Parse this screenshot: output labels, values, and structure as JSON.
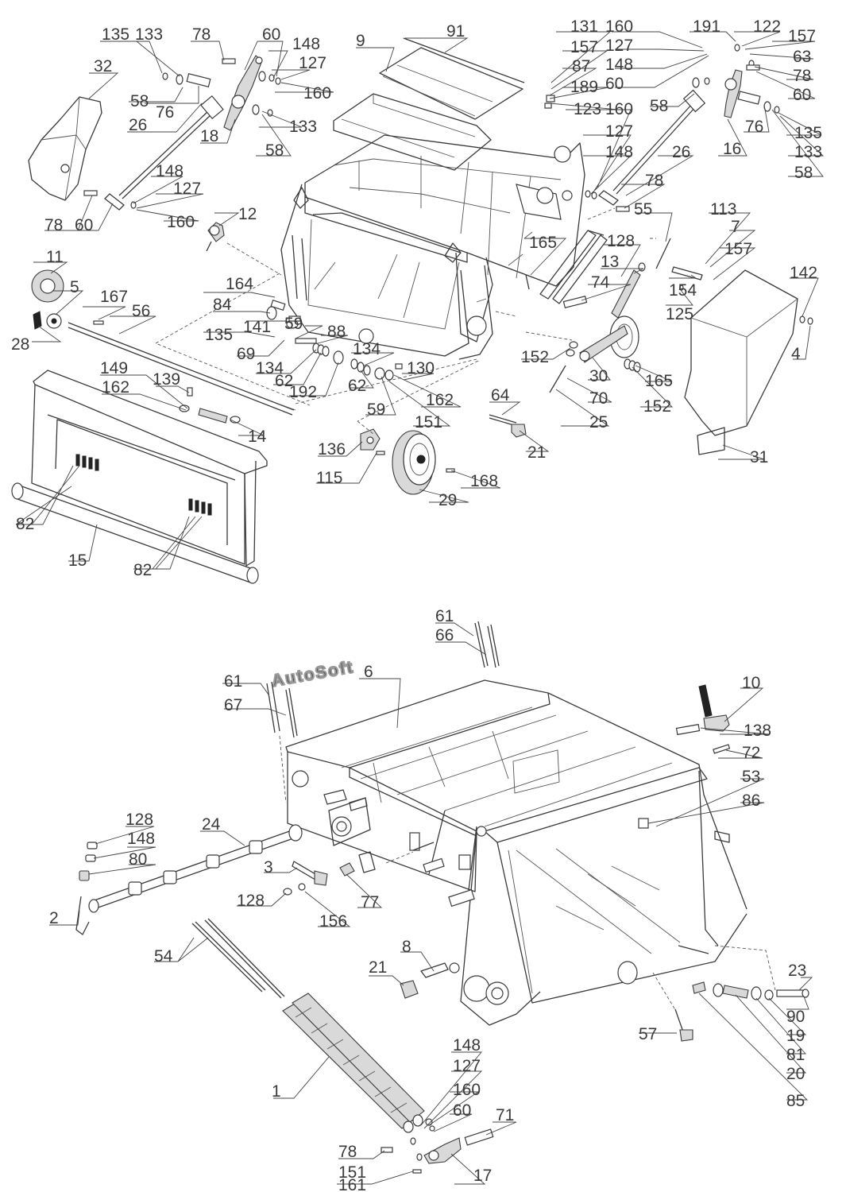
{
  "watermark": "AutoSoft",
  "colors": {
    "line": "#3a3a3a",
    "background": "#ffffff",
    "watermark_outline": "#9a9a9a"
  },
  "callouts": {
    "c135a": "135",
    "c133a": "133",
    "c78a": "78",
    "c60a": "60",
    "c148a": "148",
    "c127a": "127",
    "c160a": "160",
    "c91": "91",
    "c9": "9",
    "c32": "32",
    "c58a": "58",
    "c76a": "76",
    "c26a": "26",
    "c18": "18",
    "c133b": "133",
    "c58b": "58",
    "c148b": "148",
    "c127b": "127",
    "c160b": "160",
    "c78b": "78",
    "c60b": "60",
    "c12": "12",
    "c131": "131",
    "c157a": "157",
    "c87": "87",
    "c189": "189",
    "c123": "123",
    "c160c": "160",
    "c127c": "127",
    "c148c": "148",
    "c60c": "60",
    "c191": "191",
    "c122": "122",
    "c157b": "157",
    "c63": "63",
    "c78c": "78",
    "c60d": "60",
    "c58c": "58",
    "c76b": "76",
    "c135b": "135",
    "c133c": "133",
    "c58d": "58",
    "c16": "16",
    "c160d": "160",
    "c127d": "127",
    "c148d": "148",
    "c26b": "26",
    "c78d": "78",
    "c11": "11",
    "c5": "5",
    "c28": "28",
    "c167": "167",
    "c56": "56",
    "c164": "164",
    "c84": "84",
    "c135c": "135",
    "c141": "141",
    "c59a": "59",
    "c88": "88",
    "c69": "69",
    "c134a": "134",
    "c134b": "134",
    "c62a": "62",
    "c192": "192",
    "c62b": "62",
    "c59b": "59",
    "c130": "130",
    "c162a": "162",
    "c151a": "151",
    "c165a": "165",
    "c74": "74",
    "c128a": "128",
    "c13": "13",
    "c55": "55",
    "c113": "113",
    "c7": "7",
    "c157c": "157",
    "c154": "154",
    "c125": "125",
    "c142": "142",
    "c4": "4",
    "c152a": "152",
    "c30": "30",
    "c165b": "165",
    "c70": "70",
    "c152b": "152",
    "c25": "25",
    "c64": "64",
    "c21a": "21",
    "c31": "31",
    "c149": "149",
    "c162b": "162",
    "c139": "139",
    "c14": "14",
    "c136": "136",
    "c115": "115",
    "c29": "29",
    "c168": "168",
    "c82a": "82",
    "c15": "15",
    "c82b": "82",
    "c61a": "61",
    "c66": "66",
    "c61b": "61",
    "c67": "67",
    "c6": "6",
    "c10": "10",
    "c138": "138",
    "c72": "72",
    "c53": "53",
    "c86": "86",
    "c128b": "128",
    "c148e": "148",
    "c80": "80",
    "c24": "24",
    "c2": "2",
    "c3": "3",
    "c77": "77",
    "c128c": "128",
    "c156": "156",
    "c54": "54",
    "c8": "8",
    "c21b": "21",
    "c23": "23",
    "c90": "90",
    "c19": "19",
    "c81": "81",
    "c20": "20",
    "c85": "85",
    "c57": "57",
    "c1": "1",
    "c148f": "148",
    "c127e": "127",
    "c160e": "160",
    "c60e": "60",
    "c71": "71",
    "c78e": "78",
    "c151b": "151",
    "c161": "161",
    "c17": "17"
  }
}
